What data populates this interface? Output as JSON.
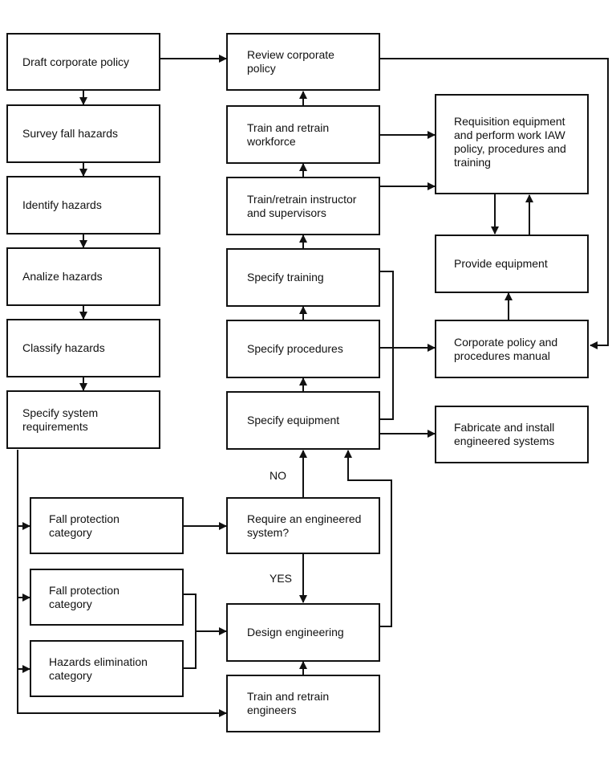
{
  "nodes": {
    "draft_policy": "Draft corporate policy",
    "survey_hazards": "Survey fall hazards",
    "identify_hazards": "Identify hazards",
    "analize_hazards": "Analize hazards",
    "classify_hazards": "Classify hazards",
    "specify_requirements": "Specify system\nrequirements",
    "fall_protection_1": "Fall protection\ncategory",
    "fall_protection_2": "Fall protection\ncategory",
    "hazards_elimination": "Hazards elimination\ncategory",
    "review_policy": "Review corporate\npolicy",
    "train_workforce": "Train and retrain\nworkforce",
    "train_instructors": "Train/retrain instructor\nand supervisors",
    "specify_training": "Specify training",
    "specify_procedures": "Specify procedures",
    "specify_equipment": "Specify equipment",
    "require_engineered": "Require an engineered\nsystem?",
    "design_engineering": "Design engineering",
    "train_engineers": "Train and retrain\nengineers",
    "requisition_equipment": "Requisition equipment\nand perform work IAW\npolicy, procedures and\ntraining",
    "provide_equipment": "Provide equipment",
    "policy_manual": "Corporate policy and\nprocedures manual",
    "fabricate_install": "Fabricate and install\nengineered systems"
  },
  "edge_labels": {
    "no": "NO",
    "yes": "YES"
  }
}
